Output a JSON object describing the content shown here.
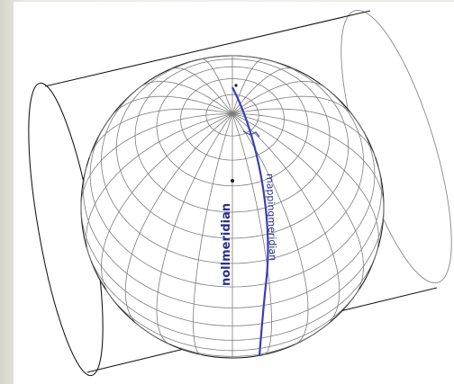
{
  "figure": {
    "labels": {
      "null_meridian": "nollmeridian",
      "mapping_meridian": "mappingmeridian"
    },
    "colors": {
      "outline": "#1b1b1b",
      "grid": "#7d7d7d",
      "label": "#2a2f8a",
      "meridian_highlight": "#3a3fb5"
    },
    "elements": [
      "transverse-cylinder",
      "globe",
      "graticule",
      "null-meridian",
      "mapping-meridian",
      "north-pole",
      "center-point"
    ]
  }
}
